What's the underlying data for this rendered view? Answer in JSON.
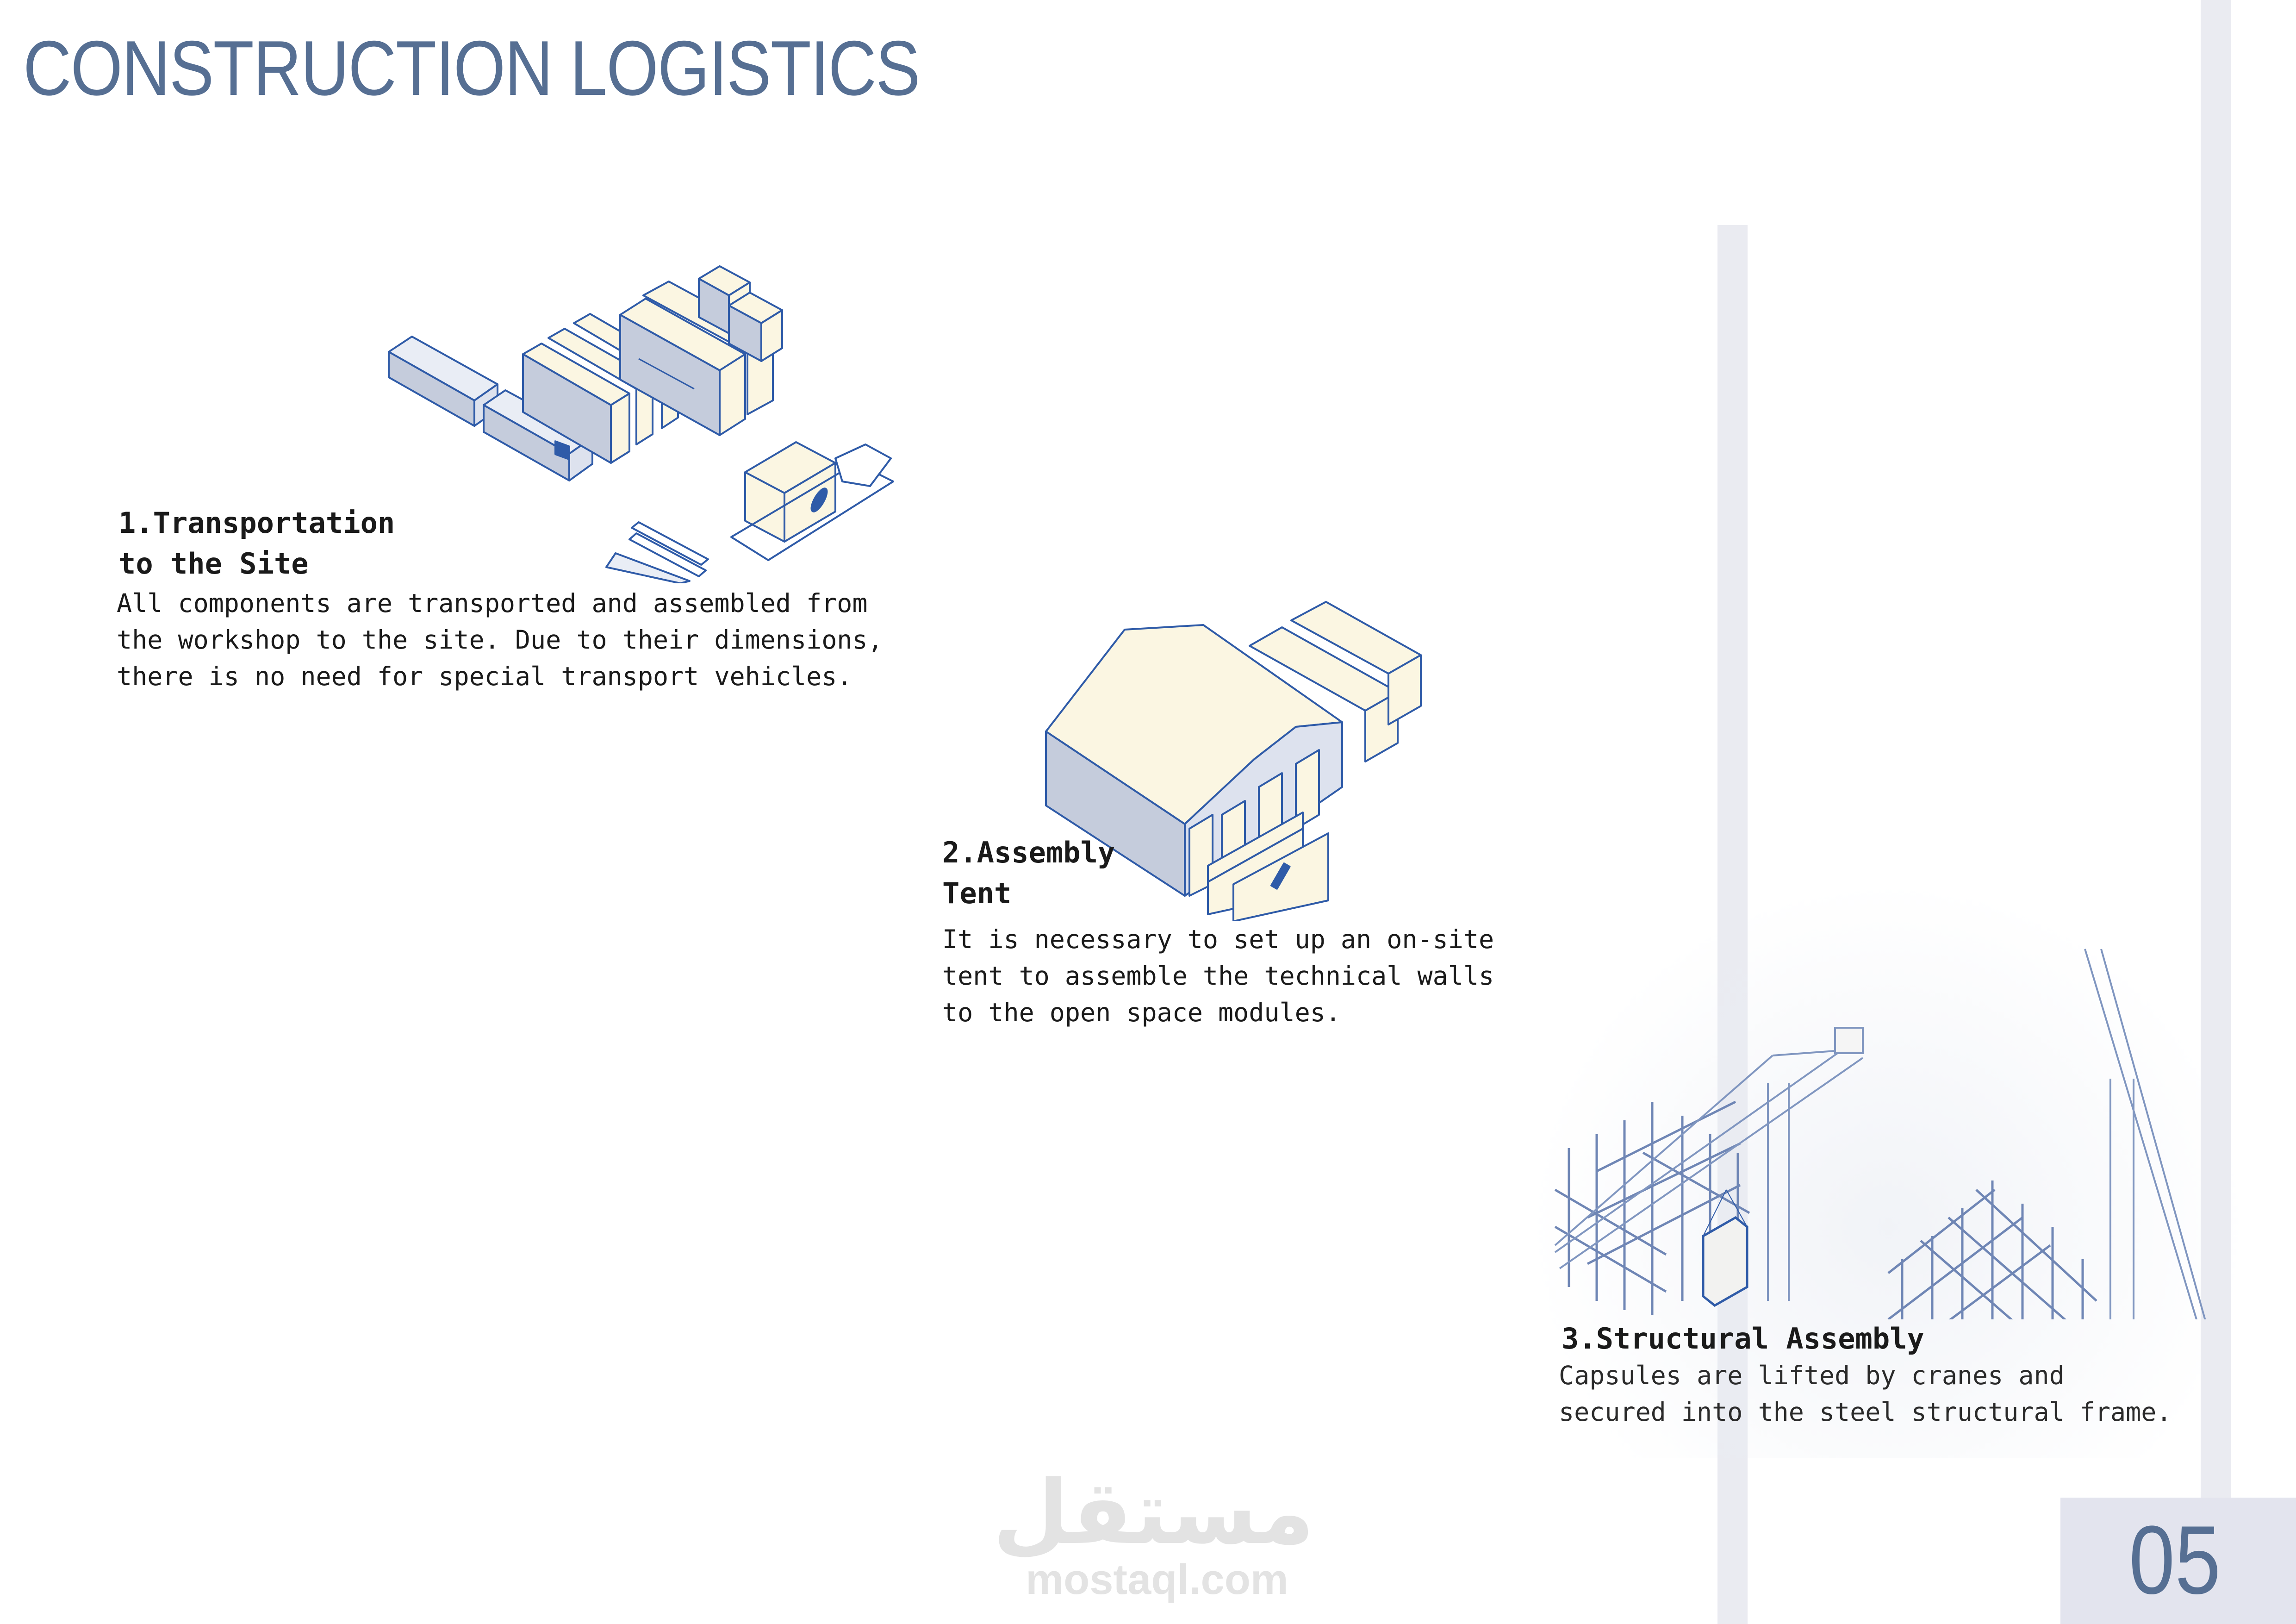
{
  "page": {
    "title": "CONSTRUCTION LOGISTICS",
    "page_number": "05"
  },
  "steps": [
    {
      "title": "1.Transportation\nto the Site",
      "body": "All components are transported and assembled from\nthe workshop to the site. Due to their dimensions,\nthere is no need for special transport vehicles.",
      "illustration": "isometric-transport-of-modules-icon"
    },
    {
      "title": "2.Assembly\nTent",
      "body": "It is necessary to set up an on-site\ntent to assemble the technical walls\nto the open space modules.",
      "illustration": "isometric-assembly-tent-icon"
    },
    {
      "title": "3.Structural Assembly",
      "body": "Capsules are lifted by cranes and\nsecured into the steel structural frame.",
      "illustration": "isometric-cranes-steel-frame-icon"
    }
  ],
  "watermark": {
    "arabic": "مستقل",
    "latin": "mostaql.com"
  },
  "colors": {
    "accent": "#566F93",
    "stripe": "#EAEBF1",
    "page_box": "#E3E4EE",
    "line_blue": "#2F5BA8",
    "face_cream": "#FBF6E2",
    "face_shade": "#C5CCDC"
  }
}
